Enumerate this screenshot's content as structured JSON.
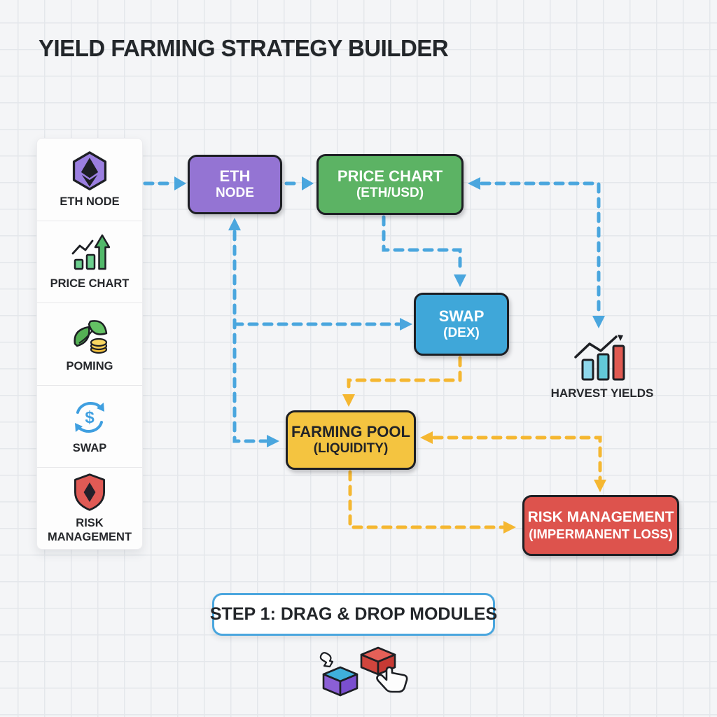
{
  "header": {
    "title": "YIELD FARMING STRATEGY BUILDER"
  },
  "sidebar": {
    "items": [
      {
        "label": "ETH NODE",
        "icon": "eth-hexagon-icon"
      },
      {
        "label": "PRICE CHART",
        "icon": "price-chart-icon"
      },
      {
        "label": "POMING",
        "icon": "leaf-coins-icon"
      },
      {
        "label": "SWAP",
        "icon": "swap-arrows-icon"
      },
      {
        "label": "RISK MANAGEMENT",
        "icon": "shield-icon"
      }
    ]
  },
  "canvas": {
    "nodes": [
      {
        "id": "eth-node",
        "line1": "ETH",
        "line2": "NODE",
        "color": "#9474d3"
      },
      {
        "id": "price-chart",
        "line1": "PRICE CHART",
        "line2": "(ETH/USD)",
        "color": "#5cb364"
      },
      {
        "id": "swap",
        "line1": "SWAP",
        "line2": "(DEX)",
        "color": "#3fa7d9"
      },
      {
        "id": "farming-pool",
        "line1": "FARMING POOL",
        "line2": "(LIQUIDITY)",
        "color": "#f4c440"
      },
      {
        "id": "risk-management",
        "line1": "RISK MANAGEMENT",
        "line2": "(IMPERMANENT LOSS)",
        "color": "#dd534d"
      }
    ],
    "harvest_label": "HARVEST YIELDS",
    "harvest_icon": "bar-chart-growth-icon"
  },
  "footer": {
    "step_label": "STEP 1: DRAG & DROP MODULES",
    "illustration_icons": [
      "cursor-icon",
      "purple-cube-icon",
      "red-cube-icon",
      "hand-pointer-icon"
    ]
  },
  "colors": {
    "accent-blue": "#4aa6de",
    "accent-yellow": "#f5b731",
    "node-purple": "#9474d3",
    "node-green": "#5cb364",
    "node-blue": "#3fa7d9",
    "node-yellow": "#f4c440",
    "node-red": "#dd534d",
    "border-dark": "#1d1f24"
  }
}
